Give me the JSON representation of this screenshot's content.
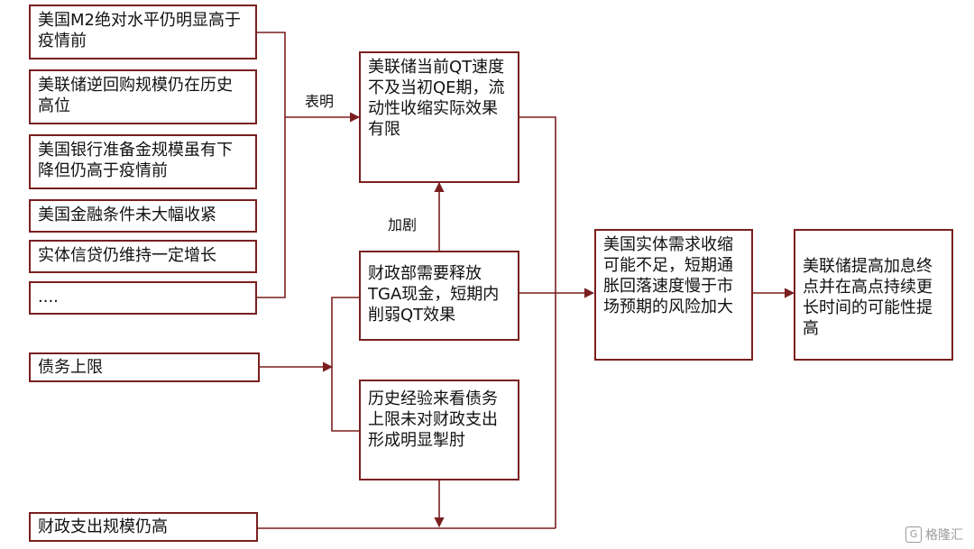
{
  "causes": [
    "美国M2绝对水平仍明显高于疫情前",
    "美联储逆回购规模仍在历史高位",
    "美国银行准备金规模虽有下降但仍高于疫情前",
    "美国金融条件未大幅收紧",
    "实体信贷仍维持一定增长",
    "...."
  ],
  "debt_ceiling": "债务上限",
  "fiscal_spending": "财政支出规模仍高",
  "qt_box": "美联储当前QT速度不及当初QE期，流动性收缩实际效果有限",
  "tga_box": "财政部需要释放TGA现金，短期内削弱QT效果",
  "history_box": "历史经验来看债务上限未对财政支出形成明显掣肘",
  "demand_box": "美国实体需求收缩可能不足，短期通胀回落速度慢于市场预期的风险加大",
  "result_box": "美联储提高加息终点并在高点持续更长时间的可能性提高",
  "label_indicates": "表明",
  "label_intensify": "加剧",
  "watermark": "格隆汇",
  "colors": {
    "border": "#7a1f1f",
    "line": "#7a1f1f"
  }
}
